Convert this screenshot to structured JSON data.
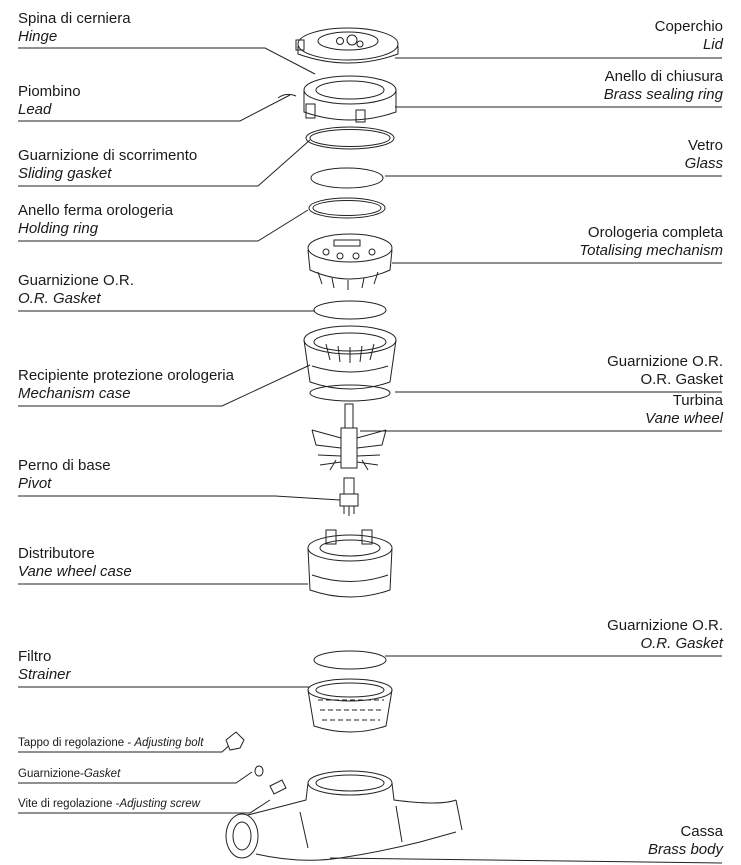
{
  "labels": {
    "hinge": {
      "it": "Spina di cerniera",
      "en": "Hinge"
    },
    "lead": {
      "it": "Piombino",
      "en": "Lead"
    },
    "sliding_gasket": {
      "it": "Guarnizione di scorrimento",
      "en": "Sliding gasket"
    },
    "holding_ring": {
      "it": "Anello ferma orologeria",
      "en": "Holding ring"
    },
    "or_gasket_left": {
      "it": "Guarnizione O.R.",
      "en": "O.R. Gasket"
    },
    "mechanism_case": {
      "it": "Recipiente protezione orologeria",
      "en": "Mechanism case"
    },
    "pivot": {
      "it": "Perno di base",
      "en": "Pivot"
    },
    "vane_wheel_case": {
      "it": "Distributore",
      "en": "Vane wheel case"
    },
    "strainer": {
      "it": "Filtro",
      "en": "Strainer"
    },
    "adjusting_bolt": {
      "it": "Tappo di regolazione - ",
      "en": "Adjusting bolt"
    },
    "gasket_small": {
      "it": "Guarnizione-",
      "en": "Gasket"
    },
    "adjusting_screw": {
      "it": "Vite di regolazione -",
      "en": "Adjusting screw"
    },
    "lid": {
      "it": "Coperchio",
      "en": "Lid"
    },
    "brass_ring": {
      "it": "Anello di chiusura",
      "en": "Brass sealing ring"
    },
    "glass": {
      "it": "Vetro",
      "en": "Glass"
    },
    "totalising": {
      "it": "Orologeria completa",
      "en": "Totalising mechanism"
    },
    "or_gasket_right1": {
      "it": "Guarnizione O.R.",
      "en": "O.R. Gasket"
    },
    "vane_wheel": {
      "it": "Turbina",
      "en": "Vane wheel"
    },
    "or_gasket_right2": {
      "it": "Guarnizione O.R.",
      "en": "O.R. Gasket"
    },
    "brass_body": {
      "it": "Cassa",
      "en": "Brass body"
    }
  }
}
